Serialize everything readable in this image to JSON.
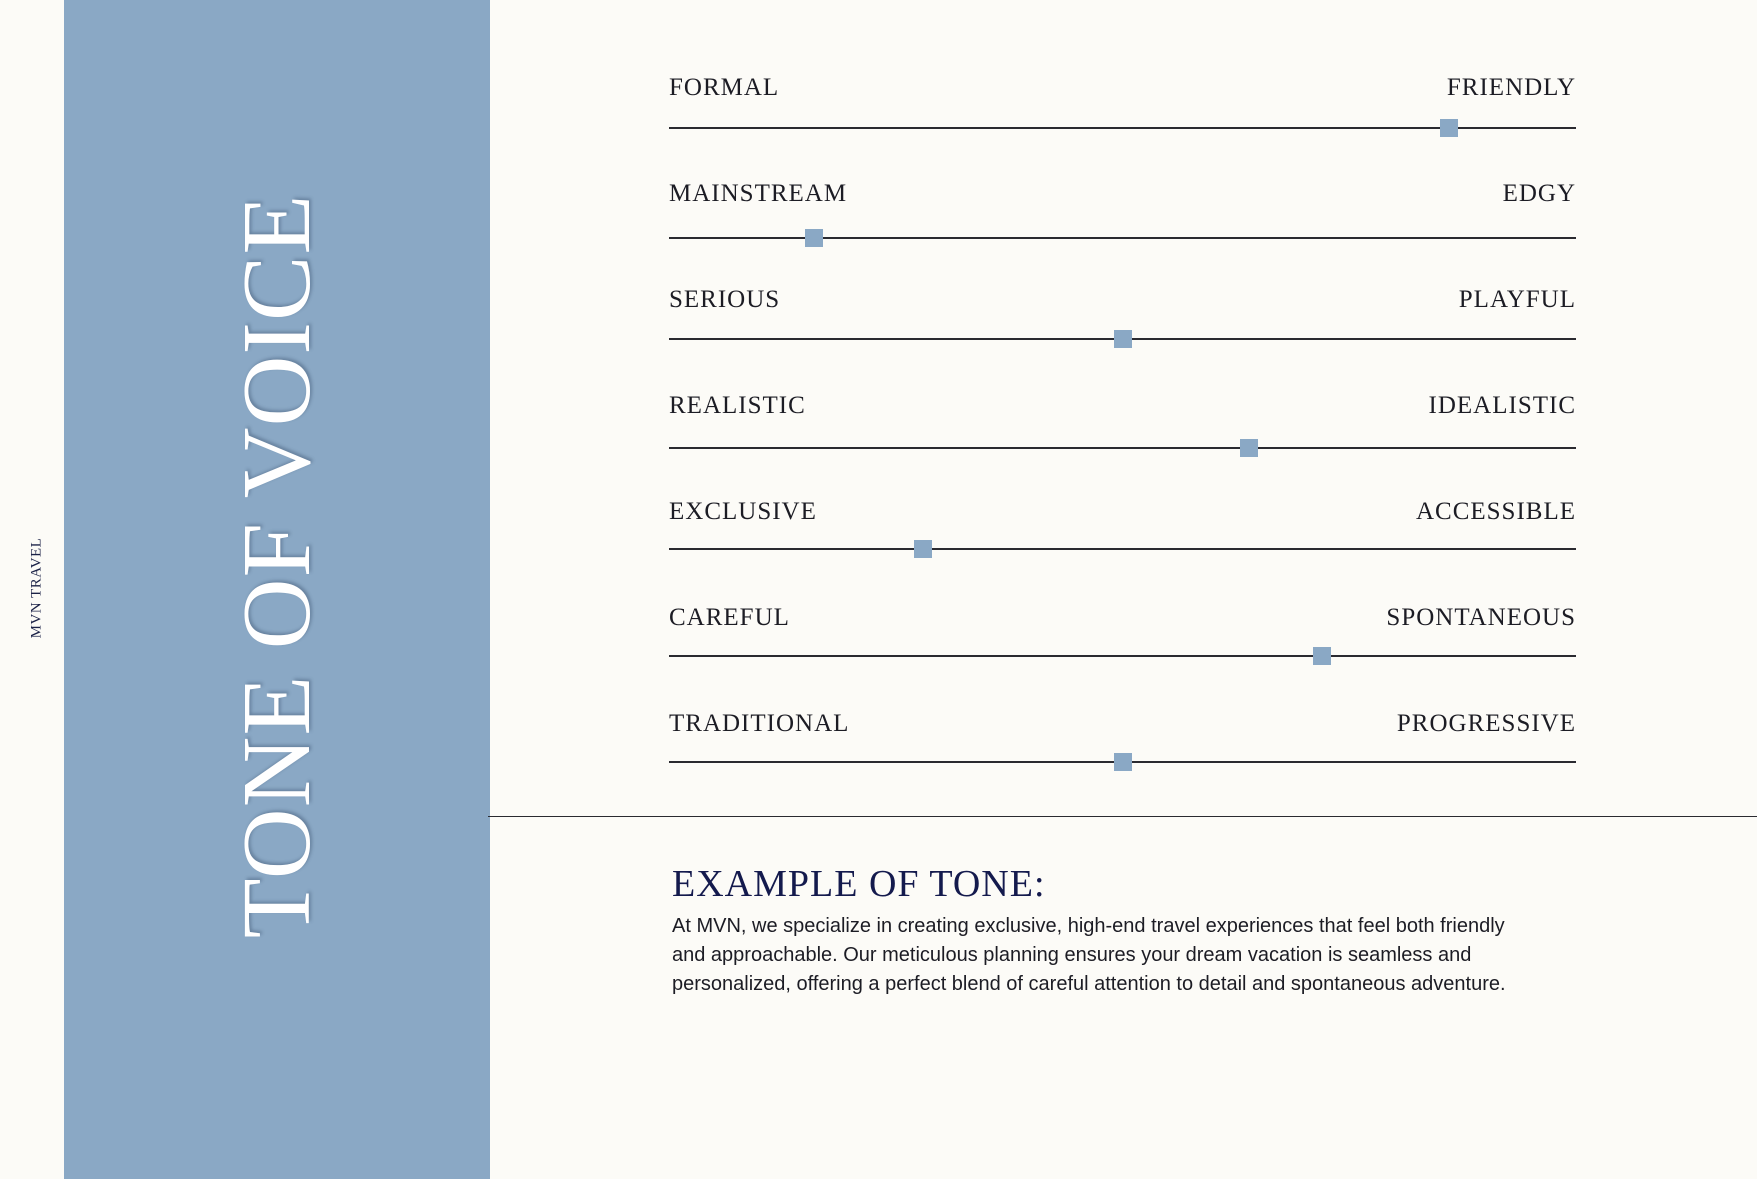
{
  "brand": "MVN TRAVEL",
  "title": "TONE OF VOICE",
  "colors": {
    "panel": "#8aa8c5",
    "handle": "#8aa8c5",
    "background": "#fcfbf7",
    "heading": "#141a4d"
  },
  "scales": [
    {
      "left": "FORMAL",
      "right": "FRIENDLY",
      "level": 0.86
    },
    {
      "left": "MAINSTREAM",
      "right": "EDGY",
      "level": 0.16
    },
    {
      "left": "SERIOUS",
      "right": "PLAYFUL",
      "level": 0.5
    },
    {
      "left": "REALISTIC",
      "right": "IDEALISTIC",
      "level": 0.64
    },
    {
      "left": "EXCLUSIVE",
      "right": "ACCESSIBLE",
      "level": 0.28
    },
    {
      "left": "CAREFUL",
      "right": "SPONTANEOUS",
      "level": 0.72
    },
    {
      "left": "TRADITIONAL",
      "right": "PROGRESSIVE",
      "level": 0.5
    }
  ],
  "example": {
    "heading": "EXAMPLE OF TONE:",
    "body": "At MVN, we specialize in creating exclusive, high-end travel experiences that feel both friendly and approachable. Our meticulous planning ensures your dream vacation is seamless and personalized, offering a perfect blend of careful attention to detail and spontaneous adventure."
  }
}
